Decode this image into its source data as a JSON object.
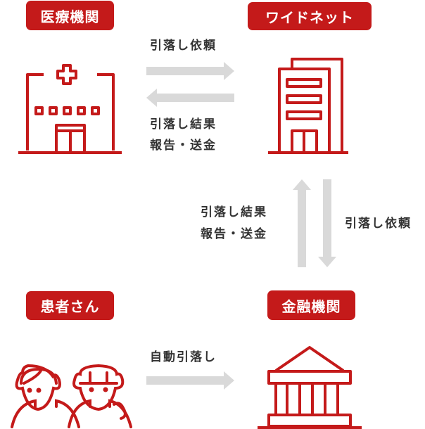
{
  "nodes": {
    "hospital": "医療機関",
    "widenet": "ワイドネット",
    "patient": "患者さん",
    "bank": "金融機関"
  },
  "flows": {
    "request_top": "引落し依頼",
    "result_top_1": "引落し結果",
    "result_top_2": "報告・送金",
    "result_mid_1": "引落し結果",
    "result_mid_2": "報告・送金",
    "request_right": "引落し依頼",
    "auto_debit": "自動引落し"
  },
  "colors": {
    "accent": "#c41a1a",
    "arrow": "#d9d9d9",
    "text": "#333333"
  }
}
